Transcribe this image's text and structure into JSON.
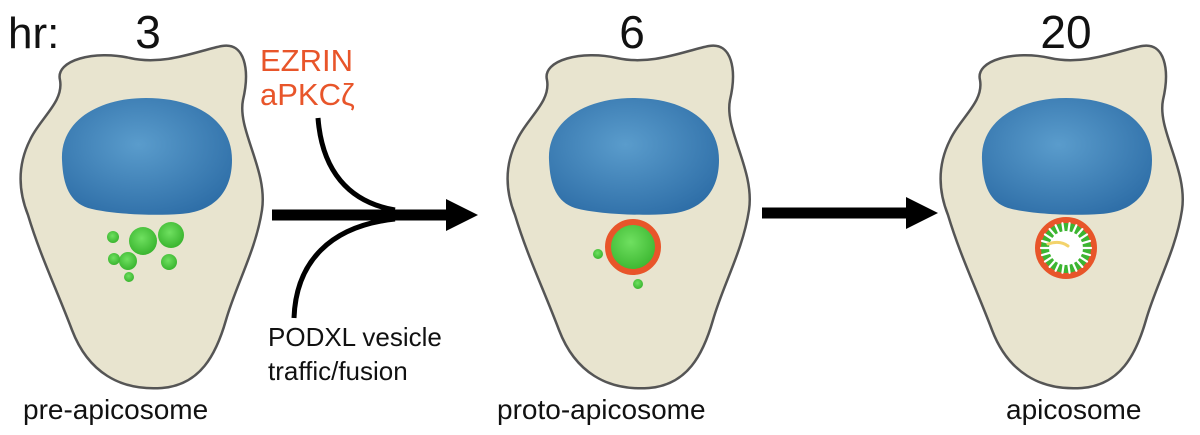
{
  "time_axis": {
    "prefix": "hr:",
    "times": [
      "3",
      "6",
      "20"
    ]
  },
  "stages": [
    {
      "name": "pre-apicosome"
    },
    {
      "name": "proto-apicosome"
    },
    {
      "name": "apicosome"
    }
  ],
  "transition_1": {
    "top_input": [
      "EZRIN",
      "aPKCζ"
    ],
    "bottom_input": [
      "PODXL vesicle",
      "traffic/fusion"
    ]
  },
  "colors": {
    "cell_fill": "#e8e4cf",
    "cell_stroke": "#4d4d4d",
    "nucleus": "#3f7fb5",
    "vesicle_green": "#45c93a",
    "membrane_orange": "#e8552a",
    "label_orange": "#e8552a",
    "arrow": "#000000",
    "text": "#111111"
  }
}
